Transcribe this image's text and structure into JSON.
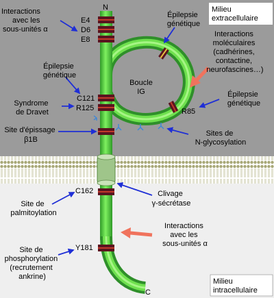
{
  "regions": {
    "extracellular": {
      "label_lines": [
        "Milieu",
        "extracellulaire"
      ],
      "color": "#9b9b9b"
    },
    "intracellular": {
      "label_lines": [
        "Milieu",
        "intracellulaire"
      ],
      "color": "#efefef"
    }
  },
  "termini": {
    "n": "N",
    "c": "C"
  },
  "ig_loop_label": [
    "Boucle",
    "IG"
  ],
  "residues": {
    "e4": "E4",
    "d6": "D6",
    "e8": "E8",
    "c121": "C121",
    "r125": "R125",
    "r85": "R85",
    "c162": "C162",
    "y181": "Y181"
  },
  "annotations": {
    "interactions_alpha_top": [
      "Interactions",
      "avec les",
      "sous-unités α"
    ],
    "epilepsy_loop_top": [
      "Épilepsie",
      "génétique"
    ],
    "molecular_interactions": [
      "Interactions",
      "moléculaires",
      "(cadhérines,",
      "contactine,",
      "neurofascines…)"
    ],
    "epilepsy_left": [
      "Épilepsie",
      "génétique"
    ],
    "dravet": [
      "Syndrome",
      "de Dravet"
    ],
    "epilepsy_right": [
      "Épilepsie",
      "génétique"
    ],
    "splice_site": [
      "Site d'épissage",
      "β1B"
    ],
    "glycosylation": [
      "Sites de",
      "N-glycosylation"
    ],
    "palmitoylation": [
      "Site de",
      "palmitoylation"
    ],
    "cleavage": [
      "Clivage",
      "γ-sécrétase"
    ],
    "interactions_alpha_bottom": [
      "Interactions",
      "avec les",
      "sous-unités α"
    ],
    "phosphorylation": [
      "Site de",
      "phosphorylation",
      "(recrutement",
      "ankrine)"
    ]
  },
  "colors": {
    "protein": "#4fcf3b",
    "band": "#5a1420",
    "band_stripe": "#c23a2a",
    "arrow_blue": "#1f2fd6",
    "arrow_red": "#f0735d",
    "glyco": "#3b86d9"
  }
}
